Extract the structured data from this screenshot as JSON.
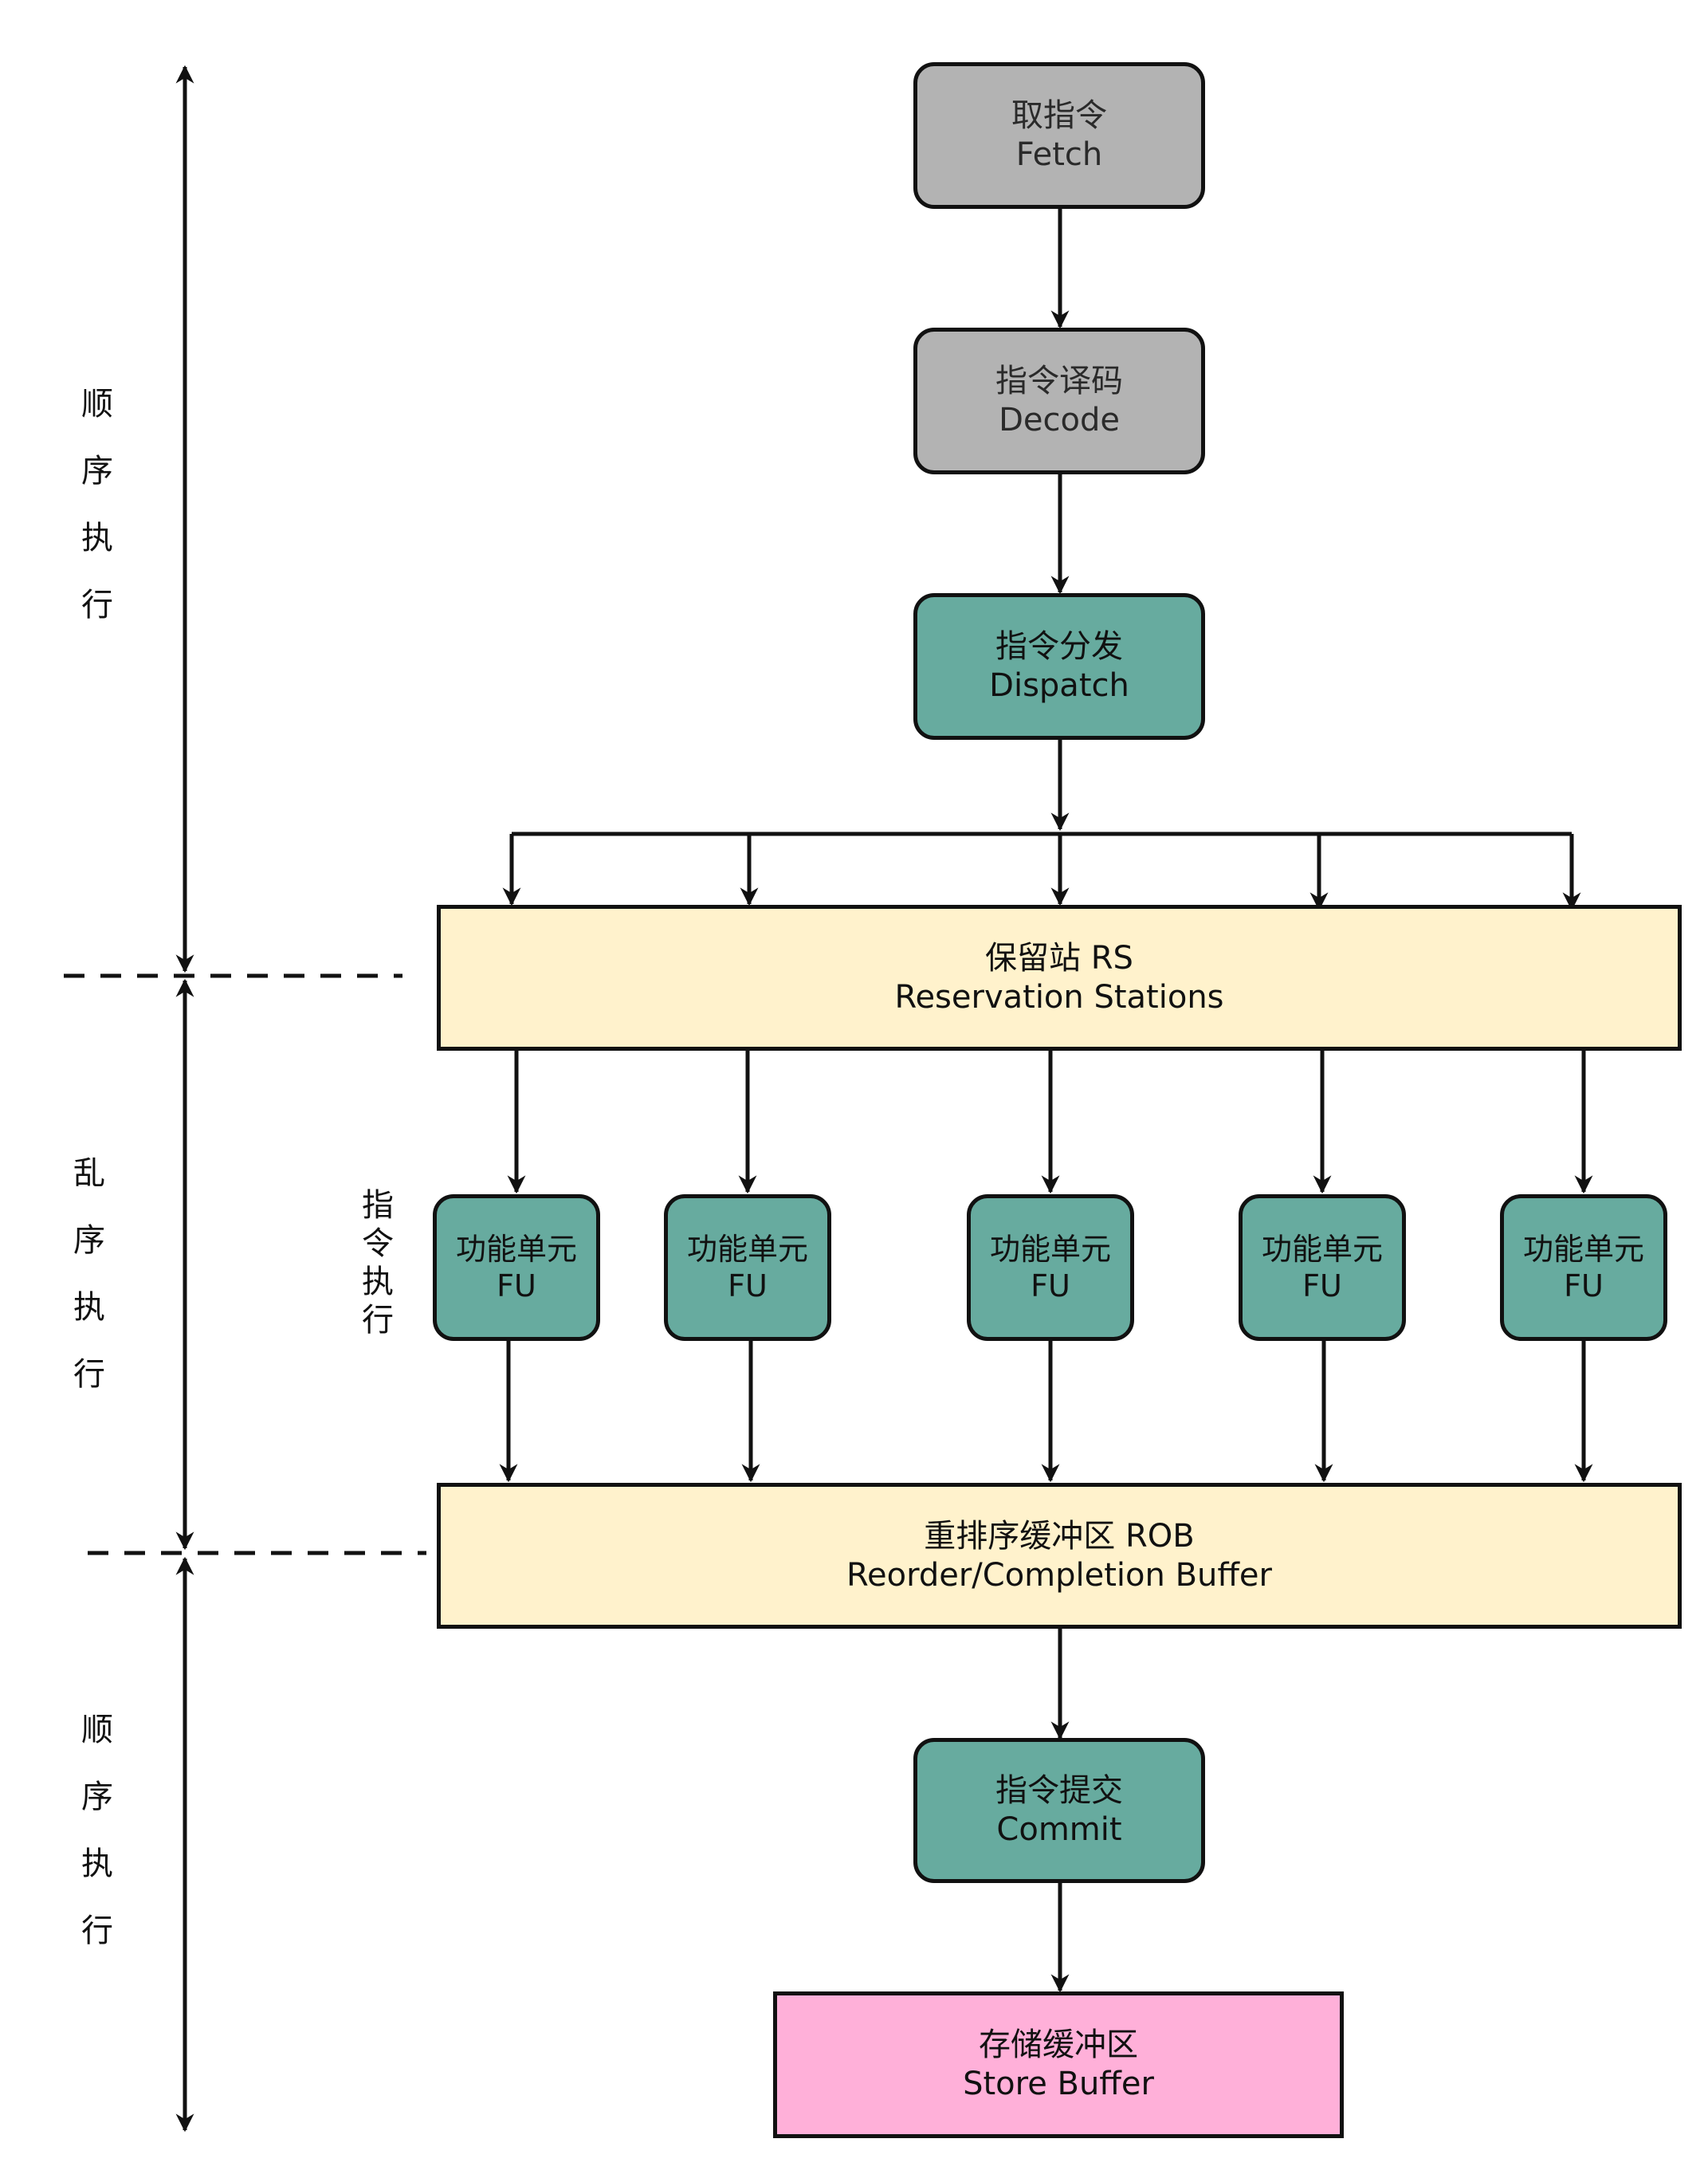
{
  "colors": {
    "gray": "#b3b3b3",
    "teal": "#67ab9f",
    "cream": "#fff2cc",
    "pink": "#ffb0d9",
    "line": "#111111"
  },
  "nodes": {
    "fetch": {
      "zh": "取指令",
      "en": "Fetch"
    },
    "decode": {
      "zh": "指令译码",
      "en": "Decode"
    },
    "dispatch": {
      "zh": "指令分发",
      "en": "Dispatch"
    },
    "rs": {
      "zh": "保留站 RS",
      "en": "Reservation Stations"
    },
    "fus": [
      {
        "zh": "功能单元",
        "en": "FU"
      },
      {
        "zh": "功能单元",
        "en": "FU"
      },
      {
        "zh": "功能单元",
        "en": "FU"
      },
      {
        "zh": "功能单元",
        "en": "FU"
      },
      {
        "zh": "功能单元",
        "en": "FU"
      }
    ],
    "rob": {
      "zh": "重排序缓冲区 ROB",
      "en": "Reorder/Completion Buffer"
    },
    "commit": {
      "zh": "指令提交",
      "en": "Commit"
    },
    "store_buffer": {
      "zh": "存储缓冲区",
      "en": "Store Buffer"
    }
  },
  "side_labels": {
    "in_order_top": [
      "顺",
      "序",
      "执",
      "行"
    ],
    "out_of_order": [
      "乱",
      "序",
      "执",
      "行"
    ],
    "in_order_bottom": [
      "顺",
      "序",
      "执",
      "行"
    ],
    "fu_stage": [
      "指",
      "令",
      "执",
      "行"
    ]
  }
}
